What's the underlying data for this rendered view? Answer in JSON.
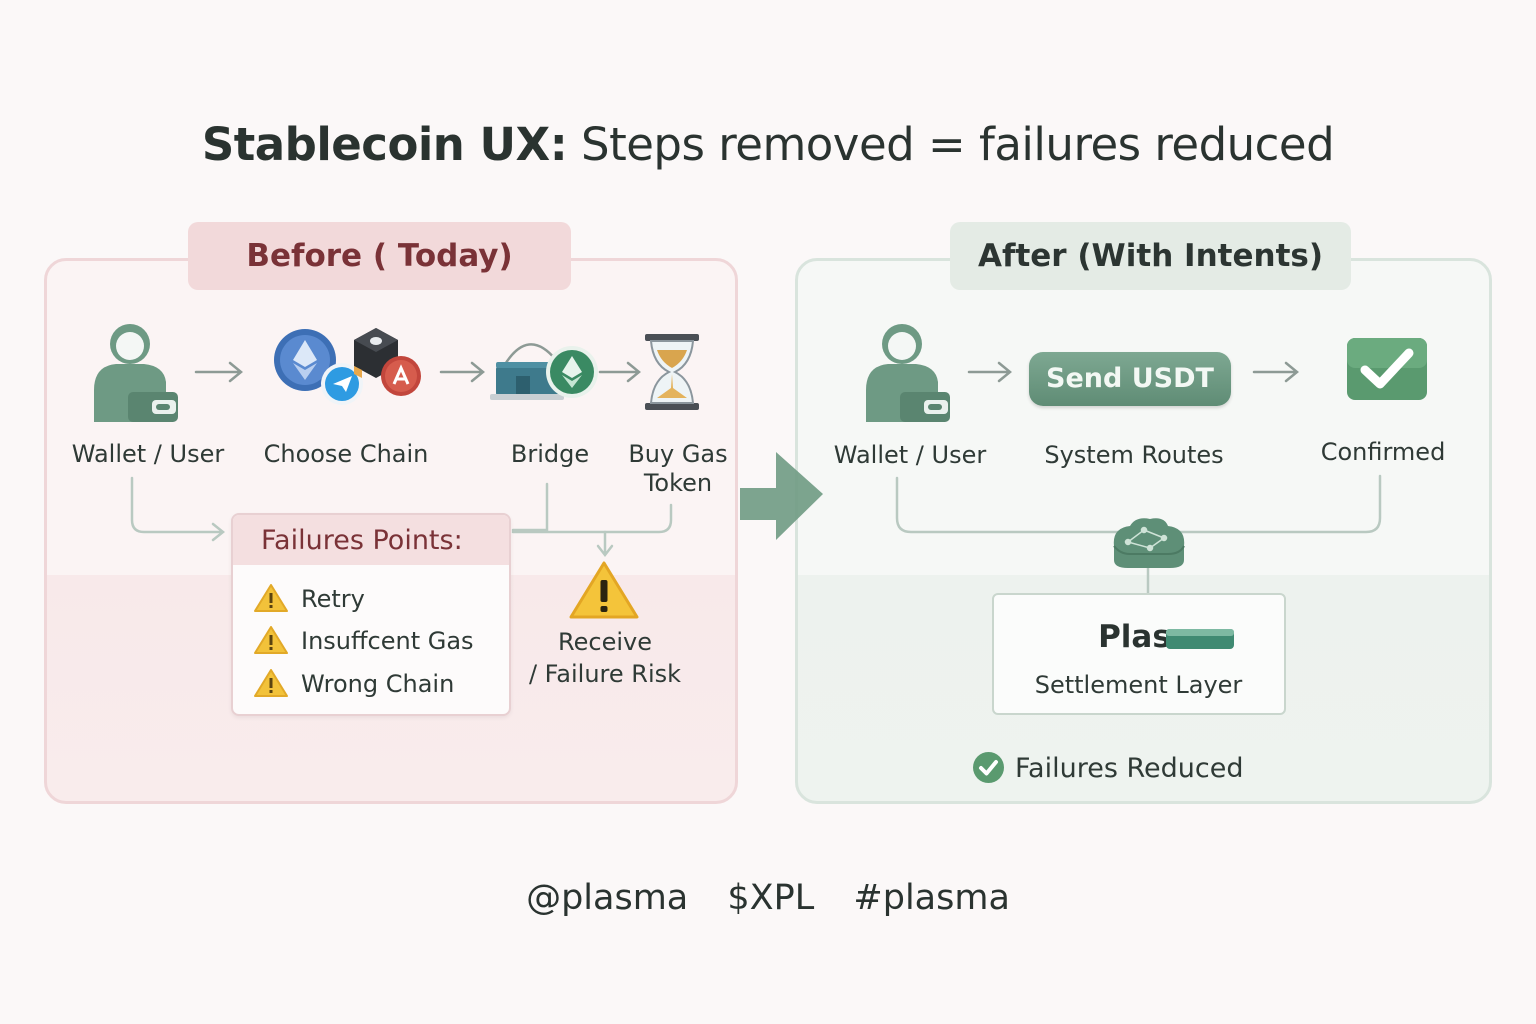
{
  "title": {
    "bold": "Stablecoin UX:",
    "rest": " Steps removed = failures reduced"
  },
  "before": {
    "tab": "Before ( Today)",
    "steps": {
      "wallet": "Wallet / User",
      "chain": "Choose Chain",
      "bridge": "Bridge",
      "gas_line1": "Buy Gas",
      "gas_line2": "Token"
    },
    "failures": {
      "heading": "Failures Points:",
      "items": [
        "Retry",
        "Insuffcent Gas",
        "Wrong Chain"
      ]
    },
    "risk_line1": "Receive",
    "risk_line2": "/ Failure Risk"
  },
  "after": {
    "tab": "After (With Intents)",
    "steps": {
      "wallet": "Wallet / User",
      "send_button": "Send USDT",
      "routes": "System Routes",
      "confirmed": "Confirmed"
    },
    "plasma": {
      "name": "Plasma",
      "subtitle": "Settlement Layer"
    },
    "result": "Failures Reduced"
  },
  "footer": {
    "handle": "@plasma",
    "ticker": "$XPL",
    "hashtag": "#plasma"
  },
  "colors": {
    "before_accent": "#7a3237",
    "after_accent": "#5f8c75",
    "warning": "#f2c23a"
  },
  "icons": [
    "user-wallet-icon",
    "ethereum-icon",
    "chain-cube-icon",
    "bridge-icon",
    "hourglass-icon",
    "warning-icon",
    "check-badge-icon",
    "network-node-icon",
    "check-circle-icon"
  ]
}
